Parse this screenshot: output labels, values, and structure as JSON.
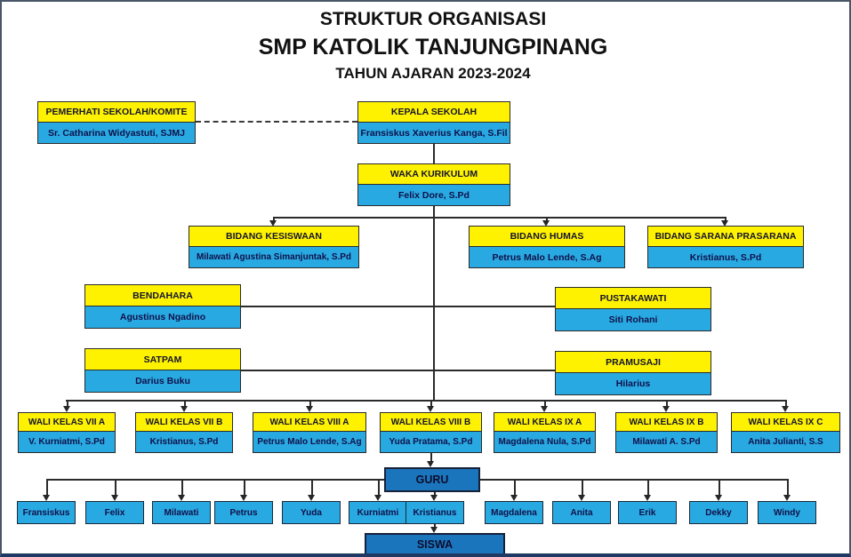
{
  "title": {
    "line1": "STRUKTUR ORGANISASI",
    "line2": "SMP KATOLIK TANJUNGPINANG",
    "line3": "TAHUN AJARAN 2023-2024"
  },
  "units": {
    "pemerhati": {
      "title": "PEMERHATI SEKOLAH/KOMITE",
      "name": "Sr. Catharina Widyastuti, SJMJ"
    },
    "kepala": {
      "title": "KEPALA SEKOLAH",
      "name": "Fransiskus Xaverius Kanga, S.Fil"
    },
    "waka": {
      "title": "WAKA KURIKULUM",
      "name": "Felix Dore, S.Pd"
    },
    "kesiswaan": {
      "title": "BIDANG KESISWAAN",
      "name": "Milawati Agustina Simanjuntak, S.Pd"
    },
    "humas": {
      "title": "BIDANG HUMAS",
      "name": "Petrus Malo Lende, S.Ag"
    },
    "sarpras": {
      "title": "BIDANG SARANA PRASARANA",
      "name": "Kristianus, S.Pd"
    },
    "bendahara": {
      "title": "BENDAHARA",
      "name": "Agustinus Ngadino"
    },
    "pustakawati": {
      "title": "PUSTAKAWATI",
      "name": "Siti Rohani"
    },
    "satpam": {
      "title": "SATPAM",
      "name": "Darius Buku"
    },
    "pramusaji": {
      "title": "PRAMUSAJI",
      "name": "Hilarius"
    },
    "wali_vii_a": {
      "title": "WALI KELAS VII A",
      "name": "V. Kurniatmi, S.Pd"
    },
    "wali_vii_b": {
      "title": "WALI KELAS VII B",
      "name": "Kristianus, S.Pd"
    },
    "wali_viii_a": {
      "title": "WALI KELAS VIII A",
      "name": "Petrus Malo Lende, S.Ag"
    },
    "wali_viii_b": {
      "title": "WALI KELAS VIII B",
      "name": "Yuda Pratama, S.Pd"
    },
    "wali_ix_a": {
      "title": "WALI KELAS IX A",
      "name": "Magdalena Nula, S.Pd"
    },
    "wali_ix_b": {
      "title": "WALI KELAS IX B",
      "name": "Milawati A. S.Pd"
    },
    "wali_ix_c": {
      "title": "WALI KELAS IX C",
      "name": "Anita Julianti, S.S"
    },
    "guru": {
      "title": "GURU"
    },
    "siswa": {
      "title": "SISWA"
    }
  },
  "teachers": [
    "Fransiskus",
    "Felix",
    "Milawati",
    "Petrus",
    "Yuda",
    "Kurniatmi",
    "Kristianus",
    "Magdalena",
    "Anita",
    "Erik",
    "Dekky",
    "Windy"
  ],
  "colors": {
    "header_yellow": "#FFF200",
    "body_blue": "#29A9E1",
    "dark_blue": "#1B75BC",
    "line": "#2b2b2b",
    "page_bottom_border": "#1f3864"
  }
}
